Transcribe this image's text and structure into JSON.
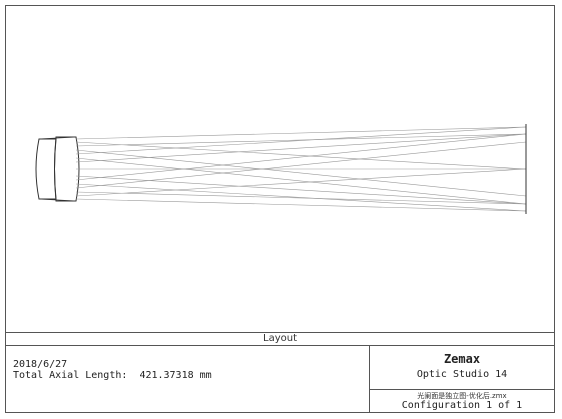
{
  "window": {
    "title": "Layout"
  },
  "info": {
    "date": "2018/6/27",
    "axial_length_label": "Total Axial Length:",
    "axial_length_value": "421.37318 mm"
  },
  "brand": {
    "name": "Zemax",
    "product": "Optic Studio 14"
  },
  "file": {
    "name": "光阑面是独立图-优化后.zmx",
    "configuration": "Configuration 1 of 1"
  },
  "colors": {
    "frame": "#555555",
    "lens": "#333333",
    "rays": "#9a9a9a"
  }
}
